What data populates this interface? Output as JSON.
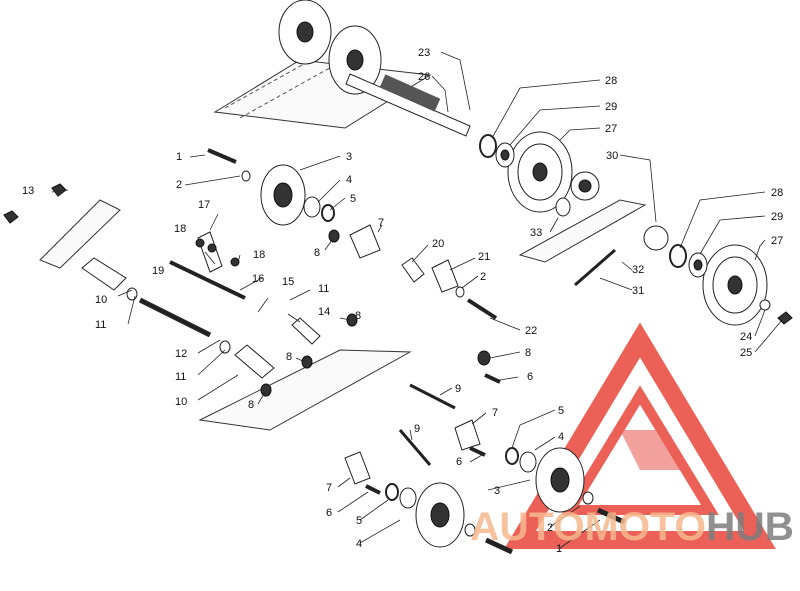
{
  "callouts": {
    "c1a": "1",
    "c1b": "1",
    "c2a": "2",
    "c2b": "2",
    "c2c": "2",
    "c3a": "3",
    "c3b": "3",
    "c4a": "4",
    "c4b": "4",
    "c4c": "4",
    "c5a": "5",
    "c5b": "5",
    "c5c": "5",
    "c6a": "6",
    "c6b": "6",
    "c6c": "6",
    "c7a": "7",
    "c7b": "7",
    "c7c": "7",
    "c8a": "8",
    "c8b": "8",
    "c8c": "8",
    "c8d": "8",
    "c8e": "8",
    "c9a": "9",
    "c9b": "9",
    "c10a": "10",
    "c10b": "10",
    "c11a": "11",
    "c11b": "11",
    "c11c": "11",
    "c12": "12",
    "c13": "13",
    "c14": "14",
    "c15": "15",
    "c16": "16",
    "c17": "17",
    "c18a": "18",
    "c18b": "18",
    "c19": "19",
    "c20": "20",
    "c21": "21",
    "c22": "22",
    "c23": "23",
    "c24": "24",
    "c25": "25",
    "c26": "26",
    "c27a": "27",
    "c27b": "27",
    "c28a": "28",
    "c28b": "28",
    "c29a": "29",
    "c29b": "29",
    "c30": "30",
    "c31": "31",
    "c32": "32",
    "c33": "33"
  },
  "watermark": {
    "part1": "AUTOMOTO",
    "part2": "HUB",
    "color_triangle": "#e8463c",
    "color_auto": "#f6b98f",
    "color_hub": "#7d7d7d"
  }
}
